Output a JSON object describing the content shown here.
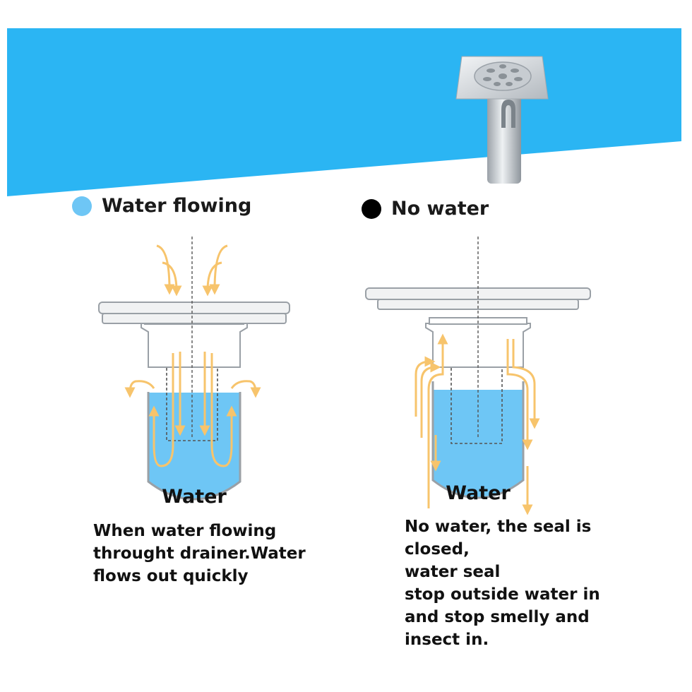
{
  "legend": {
    "left": {
      "label": "Water flowing",
      "color": "#6EC6F5"
    },
    "right": {
      "label": "No water",
      "color": "#000000"
    }
  },
  "diagrams": {
    "left": {
      "water_label": "Water"
    },
    "right": {
      "water_label": "Water"
    }
  },
  "captions": {
    "left": {
      "lines": [
        "When water flowing",
        "throught drainer.Water",
        "flows out quickly"
      ]
    },
    "right": {
      "lines": [
        "No water, the seal is",
        "closed,",
        "water seal",
        "stop outside water in",
        "and stop smelly and",
        "insect in."
      ]
    }
  },
  "colors": {
    "banner_blue": "#2BB5F3",
    "water_blue": "#6EC6F5",
    "arrow_orange": "#F7C46C",
    "metal_gray": "#BFC3C7"
  },
  "icons": {
    "product": "floor-drain-product-icon"
  }
}
